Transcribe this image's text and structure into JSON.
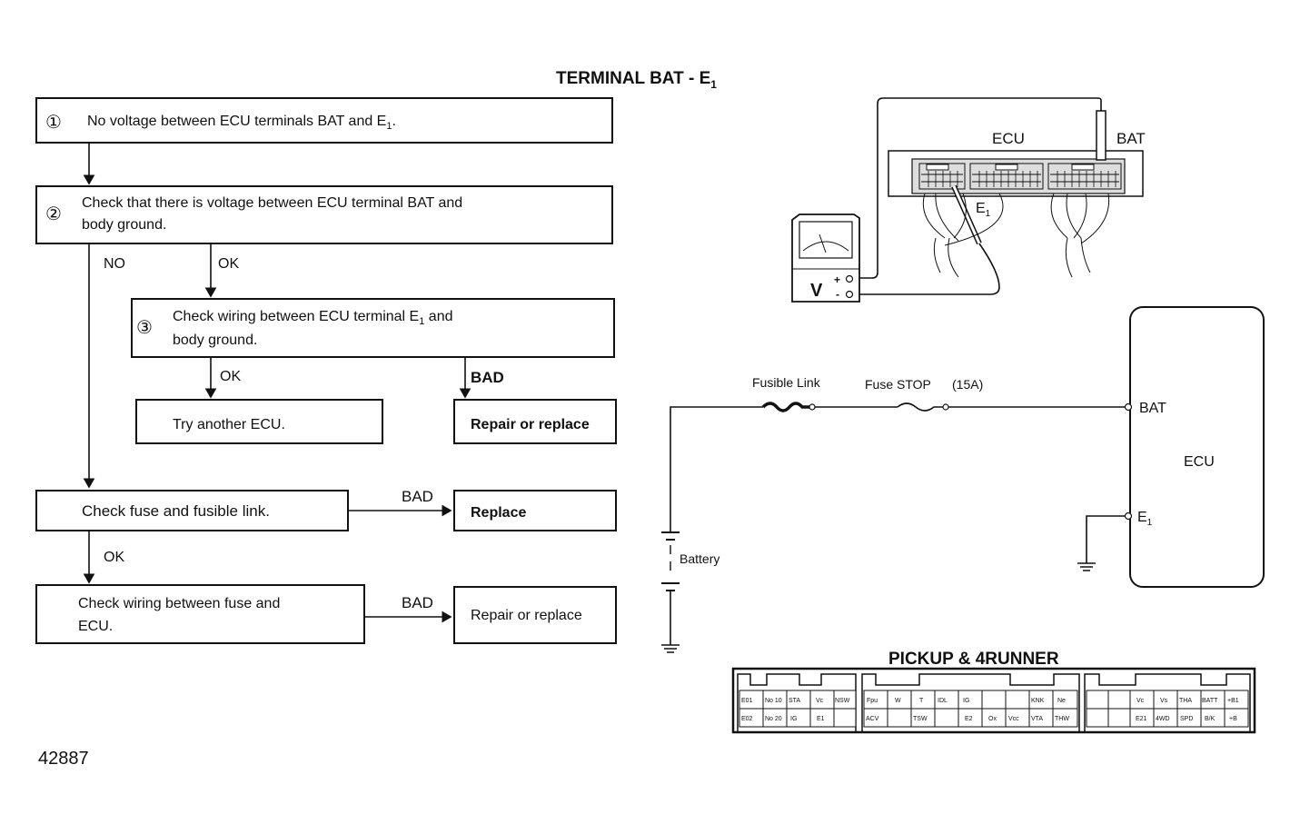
{
  "title": "TERMINAL BAT - E",
  "title_sub": "1",
  "figure_number": "42887",
  "flowchart": {
    "step1": {
      "num": "①",
      "text": "No voltage between ECU terminals BAT and E",
      "sub": "1",
      "end": "."
    },
    "step2": {
      "num": "②",
      "line1": "Check that there is voltage between ECU terminal BAT and",
      "line2": "body ground."
    },
    "step3": {
      "num": "③",
      "line1a": "Check wiring between ECU terminal E",
      "line1sub": "1",
      "line1b": " and",
      "line2": "body ground."
    },
    "try_ecu": "Try another ECU.",
    "repair1": "Repair or replace",
    "fuse_check": "Check fuse and fusible link.",
    "replace": "Replace",
    "wiring_check": {
      "line1": "Check wiring between fuse and",
      "line2": "ECU."
    },
    "repair2": "Repair or replace",
    "labels": {
      "no": "NO",
      "ok": "OK",
      "bad": "BAD"
    }
  },
  "test_illustration": {
    "ecu_label": "ECU",
    "bat_label": "BAT",
    "e1_label": "E",
    "e1_sub": "1",
    "meter_label": "V",
    "plus": "+",
    "minus": "-"
  },
  "schematic": {
    "fusible_link": "Fusible Link",
    "fuse_stop": "Fuse STOP",
    "fuse_rating": "(15A)",
    "battery": "Battery",
    "bat": "BAT",
    "ecu": "ECU",
    "e1": "E",
    "e1_sub": "1"
  },
  "connector": {
    "title": "PICKUP & 4RUNNER",
    "block1": {
      "top": [
        "E01",
        "No 10",
        "STA",
        "Vc",
        "NSW"
      ],
      "bottom": [
        "E02",
        "No 20",
        "IG",
        "E1",
        ""
      ]
    },
    "block2": {
      "top": [
        "Fpu",
        "W",
        "T",
        "IDL",
        "IG",
        "",
        "",
        "KNK",
        "Ne"
      ],
      "bottom": [
        "ACV",
        "",
        "TSW",
        "",
        "E2",
        "Ox",
        "Vcc",
        "VTA",
        "THW"
      ]
    },
    "block3": {
      "top": [
        "",
        "",
        "Vc",
        "Vs",
        "THA",
        "BATT",
        "+B1"
      ],
      "bottom": [
        "",
        "",
        "E21",
        "4WD",
        "SPD",
        "B/K",
        "+B"
      ]
    }
  }
}
